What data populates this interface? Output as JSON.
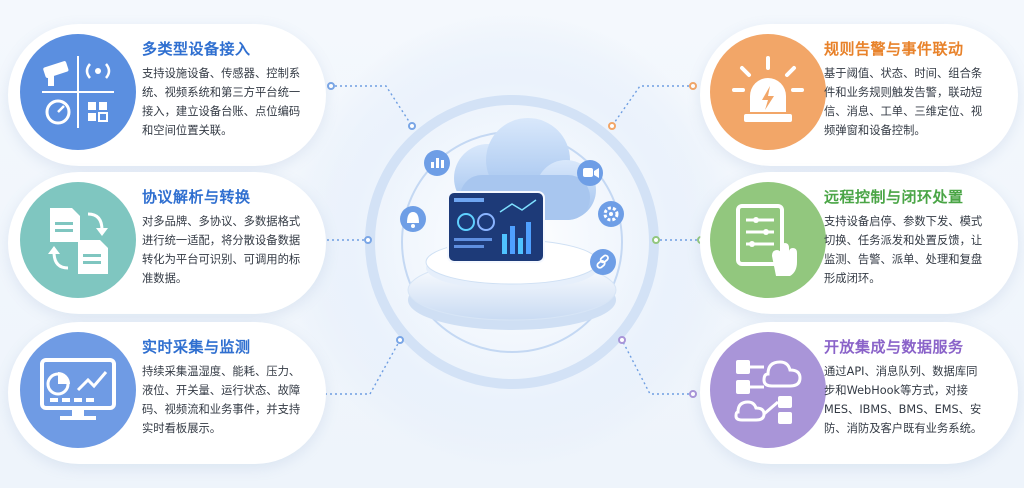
{
  "cards": [
    {
      "title": "多类型设备接入",
      "desc": "支持设施设备、传感器、控制系统、视频系统和第三方平台统一接入，建立设备台账、点位编码和空间位置关联。",
      "icon": "device-grid-icon"
    },
    {
      "title": "协议解析与转换",
      "desc": "对多品牌、多协议、多数据格式进行统一适配，将分散设备数据转化为平台可识别、可调用的标准数据。",
      "icon": "document-convert-icon"
    },
    {
      "title": "实时采集与监测",
      "desc": "持续采集温湿度、能耗、压力、液位、开关量、运行状态、故障码、视频流和业务事件，并支持实时看板展示。",
      "icon": "monitor-chart-icon"
    },
    {
      "title": "规则告警与事件联动",
      "desc": "基于阈值、状态、时间、组合条件和业务规则触发告警，联动短信、消息、工单、三维定位、视频弹窗和设备控制。",
      "icon": "alarm-light-icon"
    },
    {
      "title": "远程控制与闭环处置",
      "desc": "支持设备启停、参数下发、模式切换、任务派发和处置反馈，让监测、告警、派单、处理和复盘形成闭环。",
      "icon": "remote-control-icon"
    },
    {
      "title": "开放集成与数据服务",
      "desc": "通过API、消息队列、数据库同步和WebHook等方式，对接MES、IBMS、BMS、EMS、安防、消防及客户既有业务系统。",
      "icon": "cloud-integration-icon"
    }
  ],
  "colors": {
    "blue": "#5b8fe0",
    "teal": "#7fc6c0",
    "orange": "#f2a668",
    "green": "#92c77e",
    "purple": "#a995d8"
  }
}
